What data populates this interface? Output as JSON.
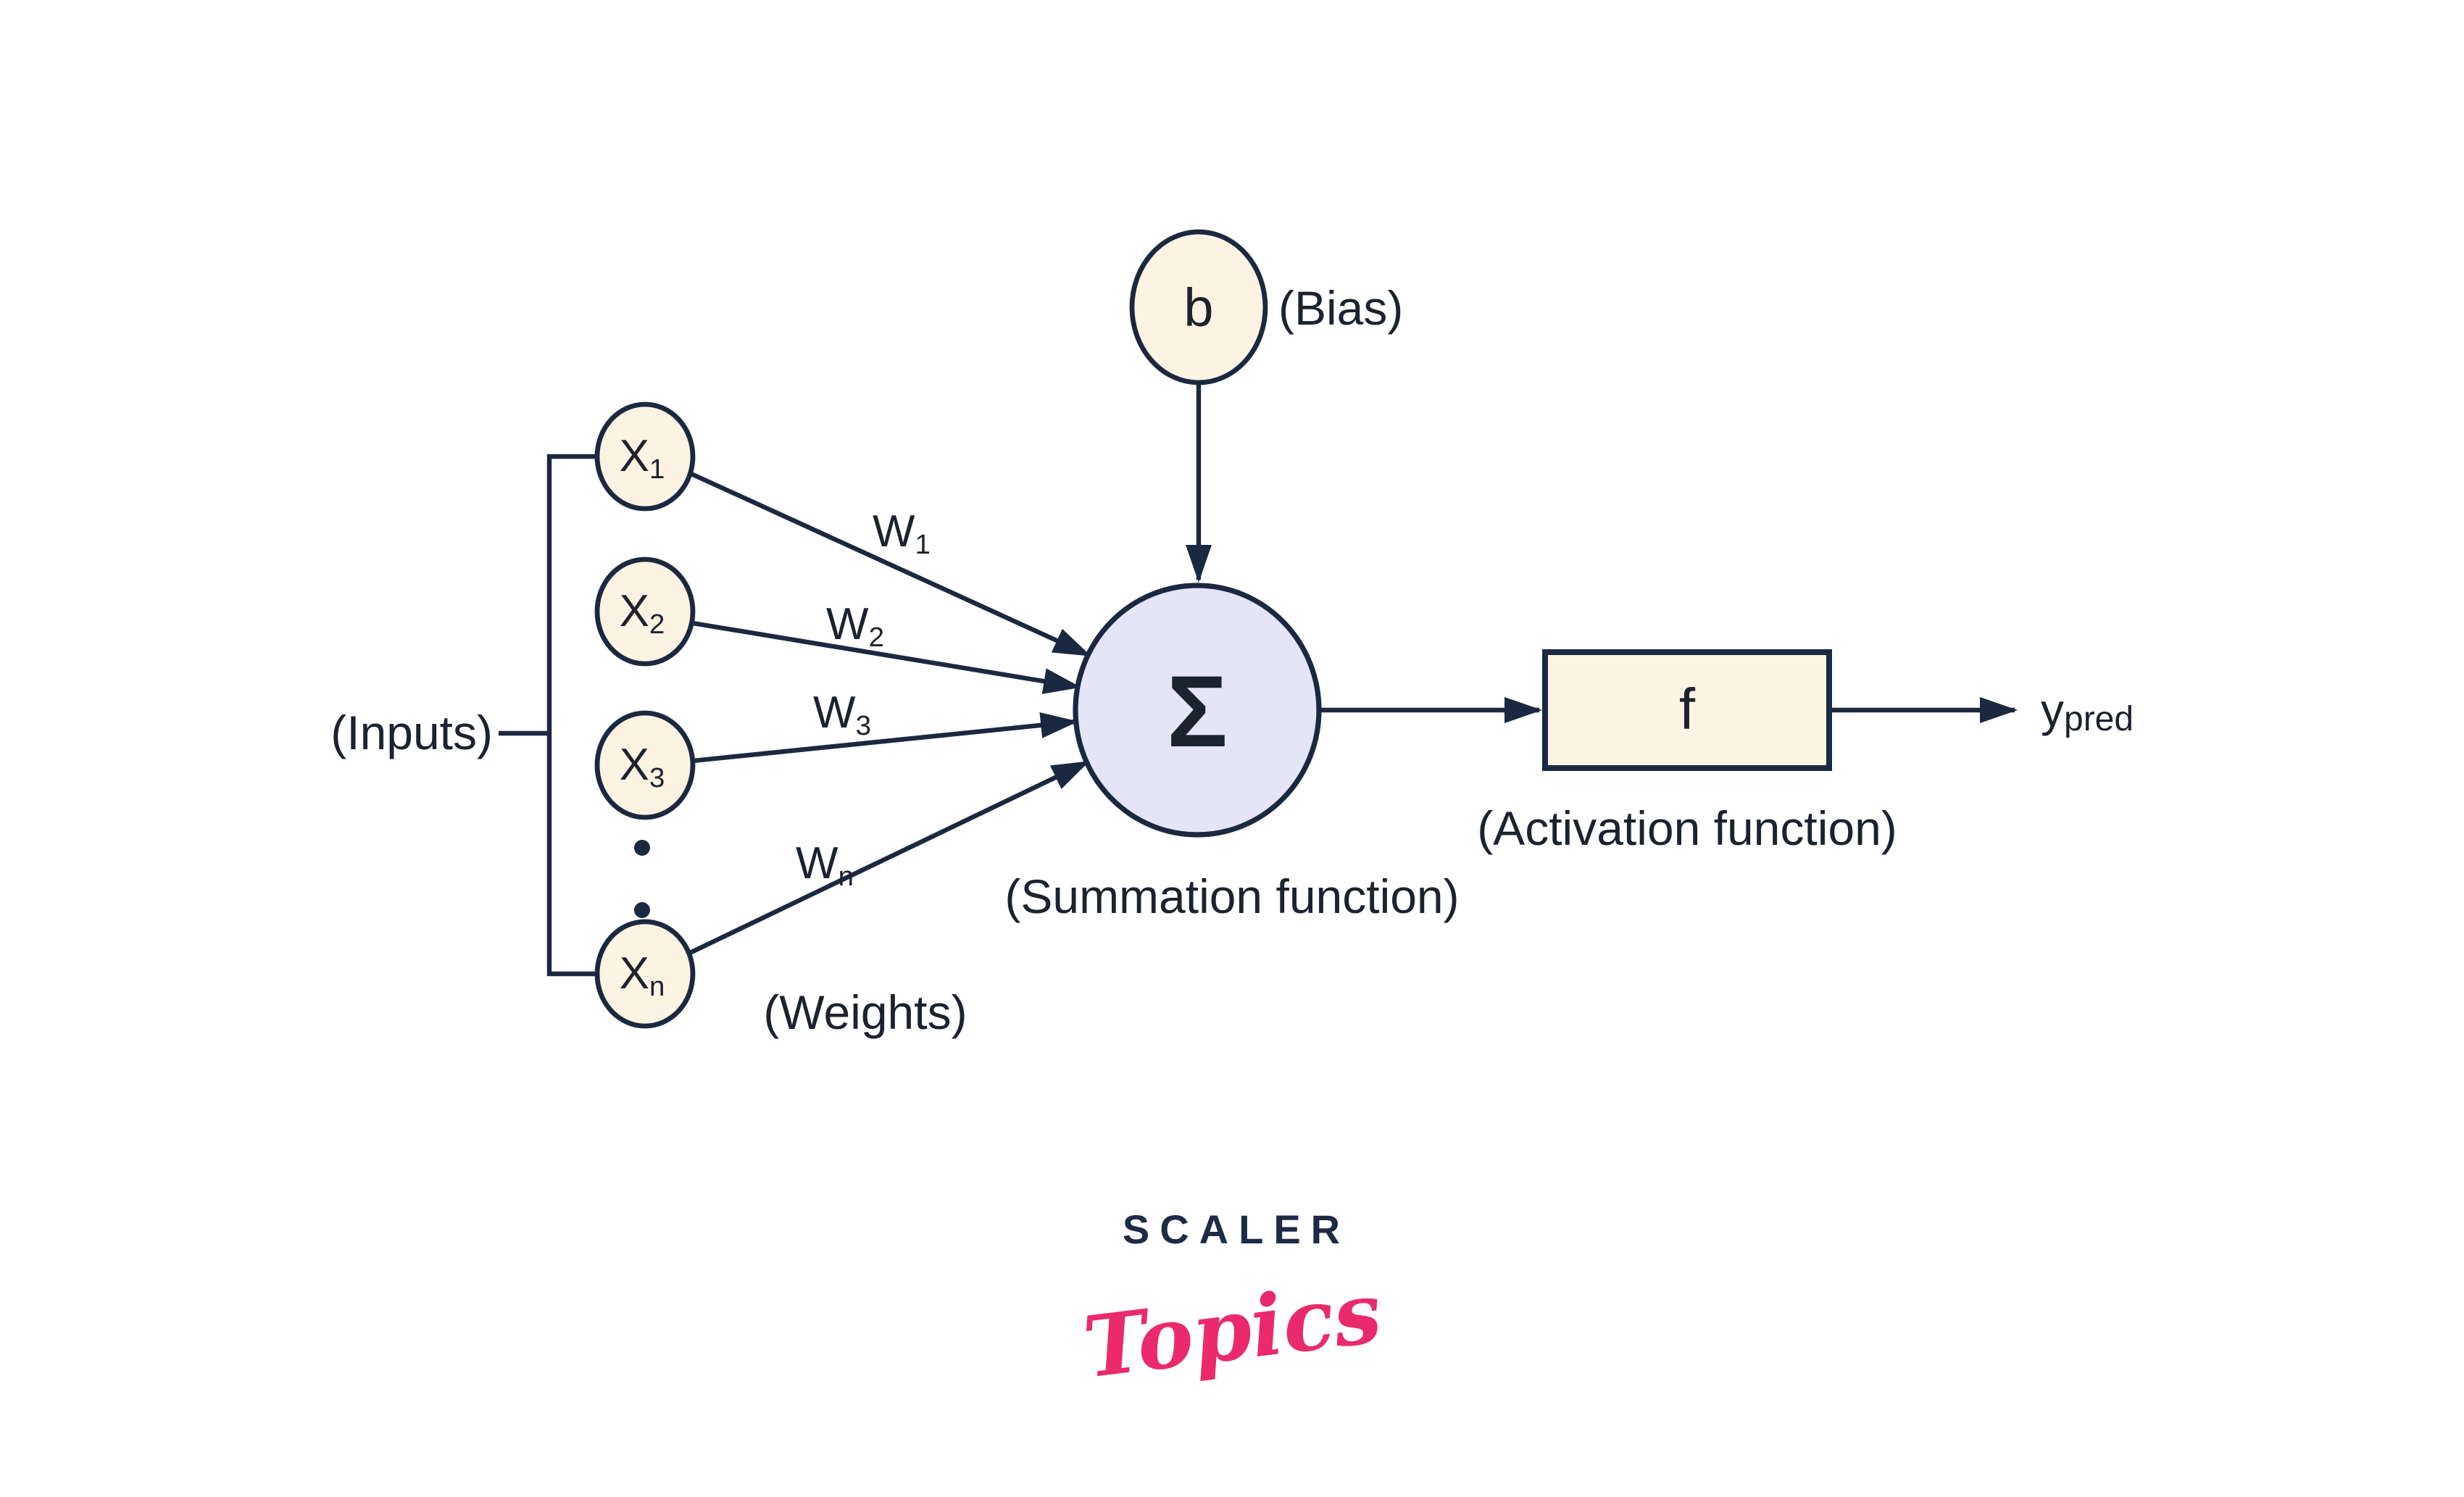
{
  "colors": {
    "stroke": "#1b2940",
    "node_fill": "#fdf3e2",
    "sum_fill": "#e5e5f7",
    "text": "#1c222e",
    "logo_navy": "#1d2b47",
    "logo_pink": "#ea2a6c",
    "bg": "#ffffff"
  },
  "diagram": {
    "title_implied": "Perceptron / artificial neuron structure",
    "inputs": {
      "label": "(Inputs)",
      "nodes": [
        {
          "main": "X",
          "sub": "1"
        },
        {
          "main": "X",
          "sub": "2"
        },
        {
          "main": "X",
          "sub": "3"
        },
        {
          "main": "X",
          "sub": "n"
        }
      ]
    },
    "weights": {
      "label": "(Weights)",
      "items": [
        {
          "main": "W",
          "sub": "1"
        },
        {
          "main": "W",
          "sub": "2"
        },
        {
          "main": "W",
          "sub": "3"
        },
        {
          "main": "W",
          "sub": "n"
        }
      ]
    },
    "bias": {
      "node": "b",
      "label": "(Bias)"
    },
    "summation": {
      "symbol": "Σ",
      "label": "(Summation function)"
    },
    "activation": {
      "symbol": "f",
      "label": "(Activation function)"
    },
    "output": {
      "main": "y",
      "sub": "pred"
    }
  },
  "logo": {
    "line1": "SCALER",
    "line2": "Topics"
  }
}
